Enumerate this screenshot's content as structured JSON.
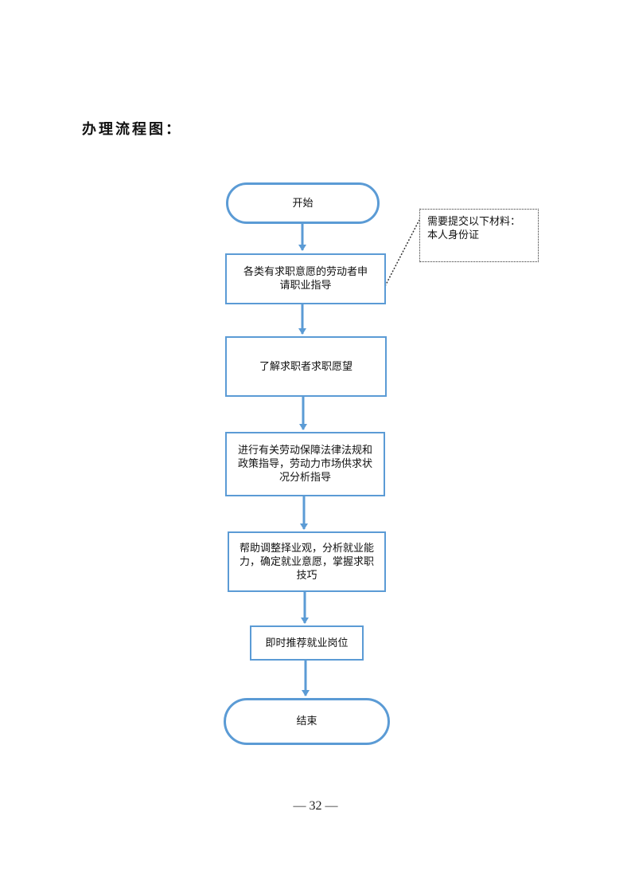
{
  "heading": "办理流程图：",
  "nodes": {
    "start": "开始",
    "apply": "各类有求职意愿的劳动者申请职业指导",
    "understand": "了解求职者求职愿望",
    "policy": "进行有关劳动保障法律法规和政策指导，劳动力市场供求状况分析指导",
    "adjust": "帮助调整择业观，分析就业能力，确定就业意愿，掌握求职技巧",
    "recommend": "即时推荐就业岗位",
    "end": "结束"
  },
  "note": {
    "line1": "需要提交以下材料：",
    "line2": "本人身份证"
  },
  "colors": {
    "box_border": "#5b9bd5",
    "arrow": "#5b9bd5"
  },
  "footer": {
    "page_number": "— 32 —"
  }
}
